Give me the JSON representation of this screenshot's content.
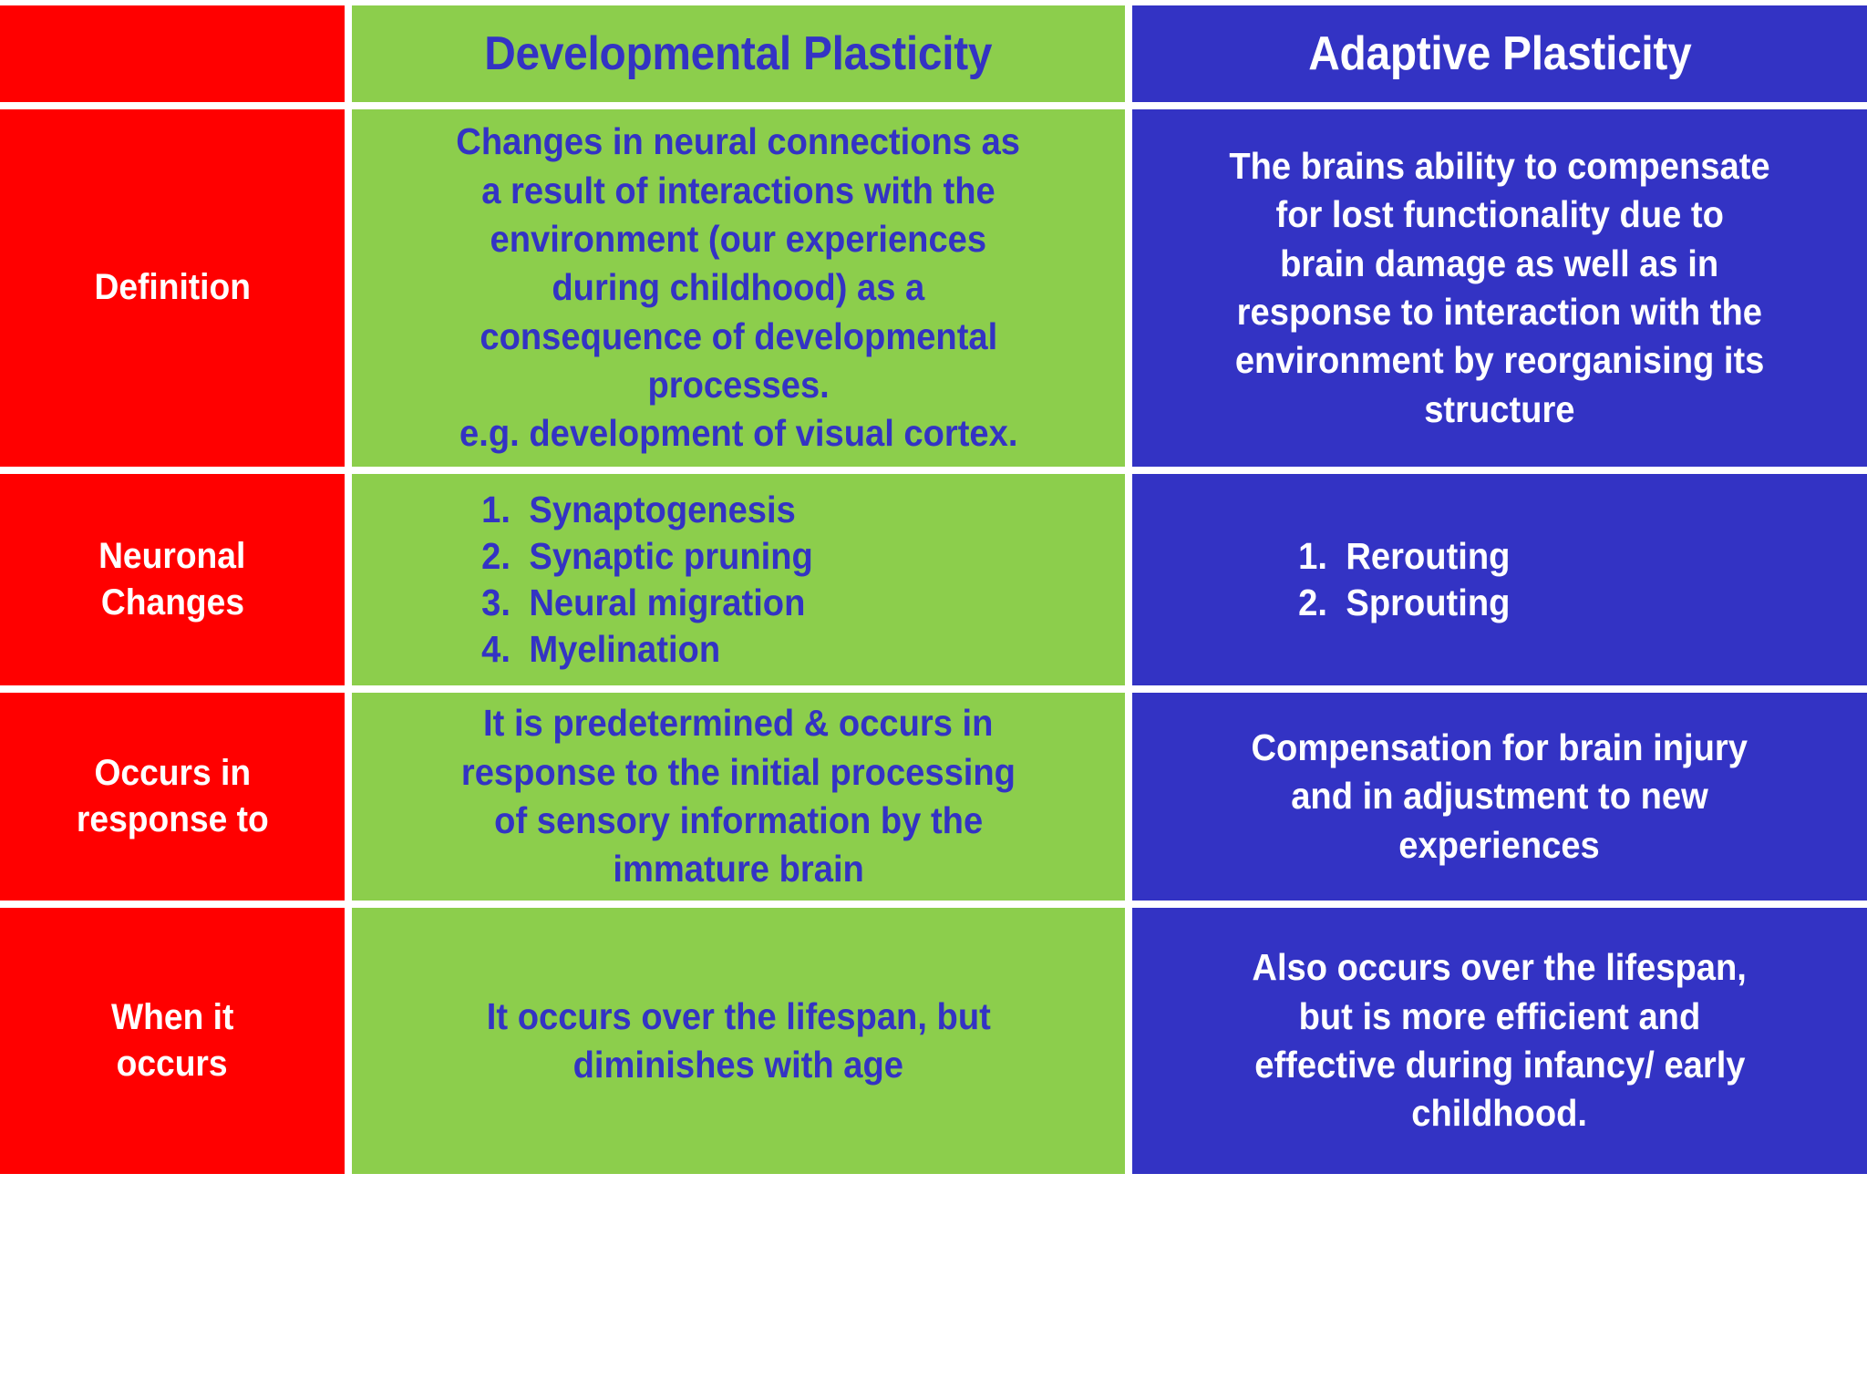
{
  "colors": {
    "label_column": "#FF0000",
    "developmental_column": "#8CCE4C",
    "adaptive_column": "#3333C4",
    "dark_blue_text": "#3333C4",
    "white_text": "#FFFFFF",
    "page_background": "#FFFFFF"
  },
  "table": {
    "header": {
      "corner": "",
      "developmental": "Developmental Plasticity",
      "adaptive": "Adaptive Plasticity"
    },
    "rows": [
      {
        "label_lines": [
          "Definition"
        ],
        "developmental_lines": [
          "Changes in neural connections as",
          "a result of interactions with the",
          "environment (our experiences",
          "during childhood) as a",
          "consequence of developmental",
          "processes.",
          "e.g. development of visual cortex."
        ],
        "adaptive_lines": [
          "The brains ability to compensate",
          "for lost functionality due to",
          "brain damage as well as in",
          "response to interaction with the",
          "environment by reorganising its",
          "structure"
        ]
      },
      {
        "label_lines": [
          "Neuronal",
          "Changes"
        ],
        "developmental_list": [
          {
            "marker": "1.",
            "text": "Synaptogenesis"
          },
          {
            "marker": "2.",
            "text": "Synaptic pruning"
          },
          {
            "marker": "3.",
            "text": "Neural migration"
          },
          {
            "marker": "4.",
            "text": "Myelination"
          }
        ],
        "adaptive_list": [
          {
            "marker": "1.",
            "text": "Rerouting"
          },
          {
            "marker": "2.",
            "text": "Sprouting"
          }
        ]
      },
      {
        "label_lines": [
          "Occurs in",
          "response to"
        ],
        "developmental_lines": [
          "It is predetermined & occurs in",
          "response to the initial processing",
          "of sensory information by the",
          "immature brain"
        ],
        "adaptive_lines": [
          "Compensation for brain injury",
          "and in adjustment to new",
          "experiences"
        ]
      },
      {
        "label_lines": [
          "When it",
          "occurs"
        ],
        "developmental_lines": [
          "It occurs over the lifespan, but",
          "diminishes with age"
        ],
        "adaptive_lines": [
          "Also occurs over the lifespan,",
          "but is more efficient and",
          "effective during infancy/ early",
          "childhood."
        ]
      }
    ]
  }
}
